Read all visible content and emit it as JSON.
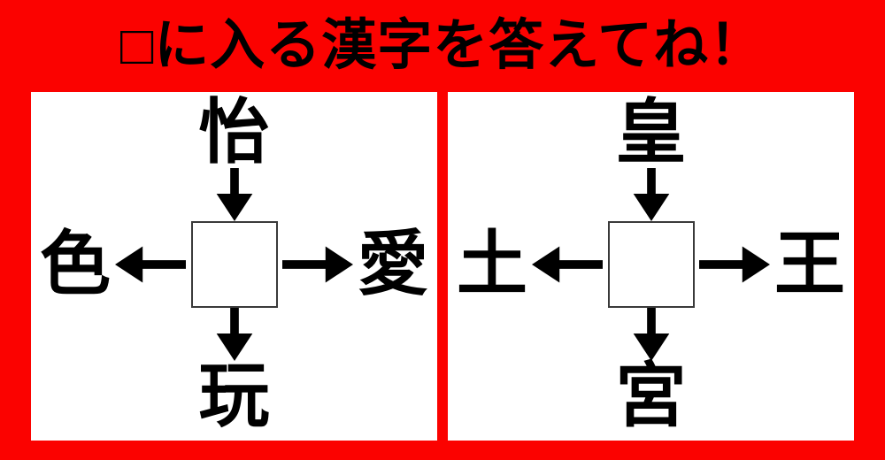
{
  "title": "□に入る漢字を答えてね！",
  "colors": {
    "background": "#fb0200",
    "panel_background": "#ffffff",
    "text": "#000000",
    "answer_box_border": "#3a3a3a"
  },
  "icons": {
    "arrow_down": "↓",
    "arrow_left": "←",
    "arrow_right": "→"
  },
  "puzzles": [
    {
      "id": "left",
      "top_kanji": "怡",
      "left_kanji": "色",
      "right_kanji": "愛",
      "bottom_kanji": "玩",
      "center_value": ""
    },
    {
      "id": "right",
      "top_kanji": "皇",
      "left_kanji": "土",
      "right_kanji": "王",
      "bottom_kanji": "宮",
      "center_value": ""
    }
  ]
}
